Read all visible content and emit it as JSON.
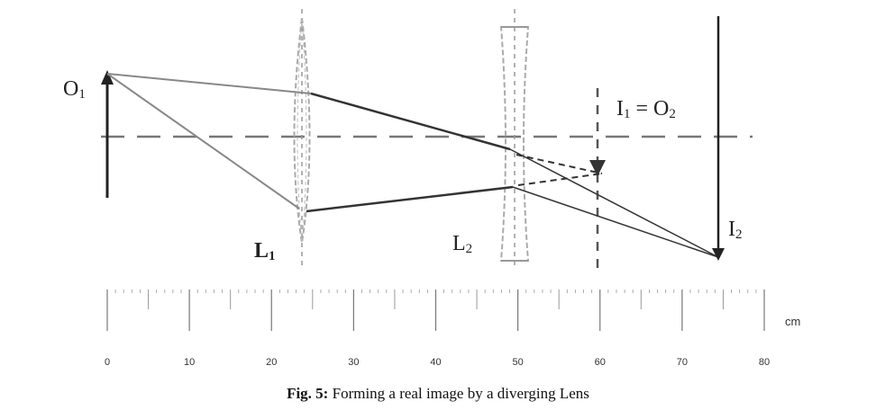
{
  "labels": {
    "object": "O",
    "object_sub": "1",
    "image1": "I",
    "image1_sub": "1",
    "image1_eq": " = O",
    "image1_eq_sub": "2",
    "image2": "I",
    "image2_sub": "2",
    "lens1": "L",
    "lens1_sub": "1",
    "lens2": "L",
    "lens2_sub": "2"
  },
  "ruler": {
    "unit": "cm",
    "min": 0,
    "max": 80,
    "ticks": [
      0,
      10,
      20,
      30,
      40,
      50,
      60,
      70,
      80
    ]
  },
  "caption": {
    "prefix": "Fig. 5:",
    "text": " Forming a real image by a diverging Lens"
  }
}
